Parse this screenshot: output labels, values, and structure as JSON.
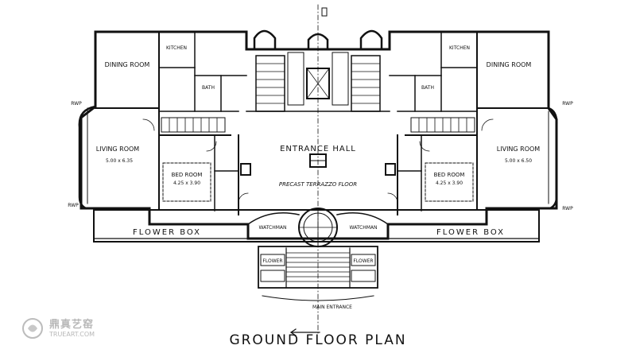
{
  "title": "GROUND FLOOR PLAN",
  "labels": {
    "entrance_hall": "ENTRANCE HALL",
    "floor": "PRECAST TERRAZZO FLOOR",
    "dining_left": "DINING ROOM",
    "dining_right": "DINING ROOM",
    "living_left": "LIVING ROOM",
    "living_right": "LIVING ROOM",
    "living_dim_left": "5.00 x 6.35",
    "living_dim_right": "5.00 x 6.50",
    "bed_left": "BED ROOM",
    "bed_right": "BED ROOM",
    "bed_dim_left": "4.25 x 3.90",
    "bed_dim_right": "4.25 x 3.90",
    "kitchen_left": "KITCHEN",
    "kitchen_right": "KITCHEN",
    "bath_left": "BATH",
    "bath_right": "BATH",
    "flower_box_left": "FLOWER BOX",
    "flower_box_right": "FLOWER BOX",
    "watchman_left": "WATCHMAN",
    "watchman_right": "WATCHMAN",
    "flower_left": "FLOWER",
    "flower_right": "FLOWER",
    "main_entrance": "MAIN ENTRANCE",
    "rwp_left_top": "RWP",
    "rwp_right_top": "RWP",
    "rwp_left_bottom": "RWP",
    "rwp_right_bottom": "RWP"
  },
  "watermark": {
    "chinese": "鼎真艺窑",
    "english": "TRUEART.COM"
  }
}
